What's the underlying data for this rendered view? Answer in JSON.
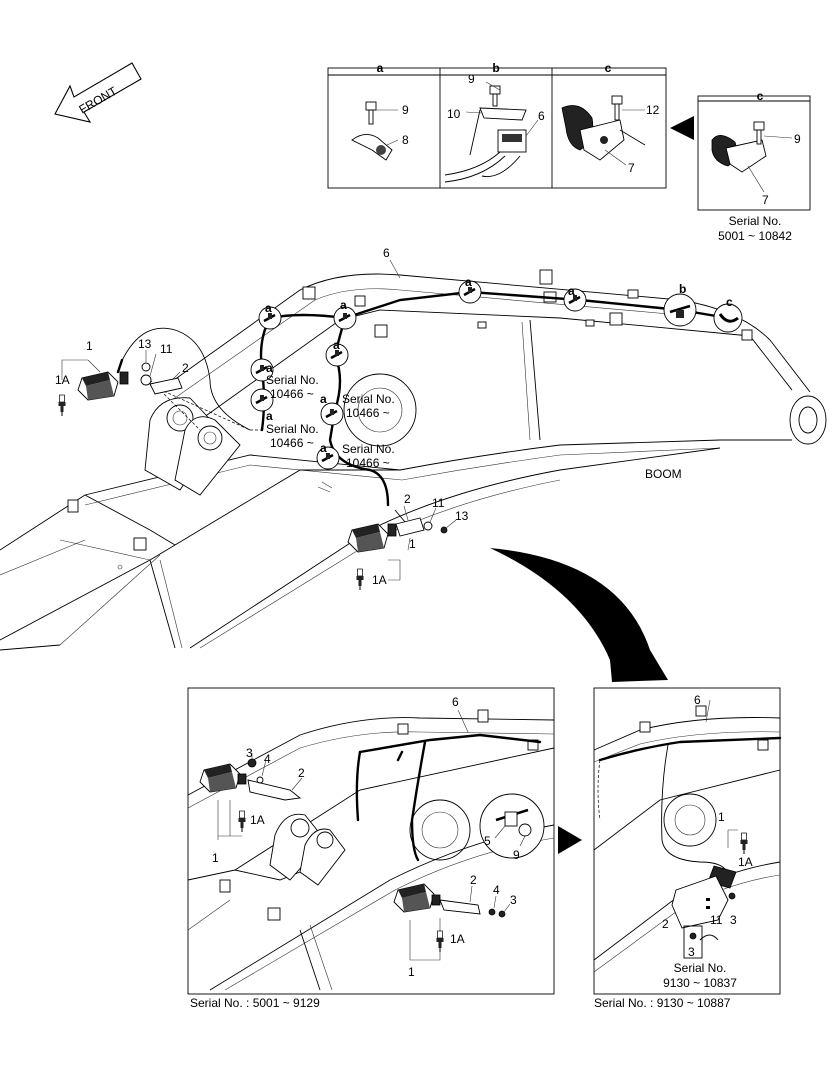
{
  "front_label": "FRONT",
  "boom_label": "BOOM",
  "details": {
    "a": {
      "letter": "a",
      "parts": [
        "9",
        "8"
      ]
    },
    "b": {
      "letter": "b",
      "parts": [
        "9",
        "10",
        "6"
      ]
    },
    "c": {
      "letter": "c",
      "parts": [
        "12",
        "7"
      ]
    },
    "c_alt": {
      "letter": "c",
      "parts": [
        "9",
        "7"
      ],
      "serial_line1": "Serial No.",
      "serial_line2": "5001 ~ 10842"
    }
  },
  "main_callouts": {
    "p1": "1",
    "p1a": "1A",
    "p2": "2",
    "p6": "6",
    "p11": "11",
    "p13": "13",
    "p2b": "2",
    "p11b": "11",
    "p13b": "13",
    "p1b": "1",
    "p1ab": "1A"
  },
  "clip_letter": "a",
  "clip_b": "b",
  "clip_c": "c",
  "serial_notes": {
    "line1": "Serial No.",
    "line2": "10466 ~"
  },
  "inset_left": {
    "caption": "Serial No. : 5001 ~ 9129",
    "callouts": {
      "p3": "3",
      "p4": "4",
      "p2": "2",
      "p6": "6",
      "p1a": "1A",
      "p1": "1",
      "p5": "5",
      "p9": "9",
      "p2b": "2",
      "p4b": "4",
      "p3b": "3",
      "p1ab": "1A",
      "p1b": "1"
    }
  },
  "inset_right": {
    "caption": "Serial No. : 9130 ~ 10887",
    "callouts": {
      "p6": "6",
      "p1": "1",
      "p1a": "1A",
      "p2": "2",
      "p11": "11",
      "p3": "3",
      "p3b": "3"
    },
    "serial_line1": "Serial No.",
    "serial_line2": "9130 ~ 10837"
  }
}
